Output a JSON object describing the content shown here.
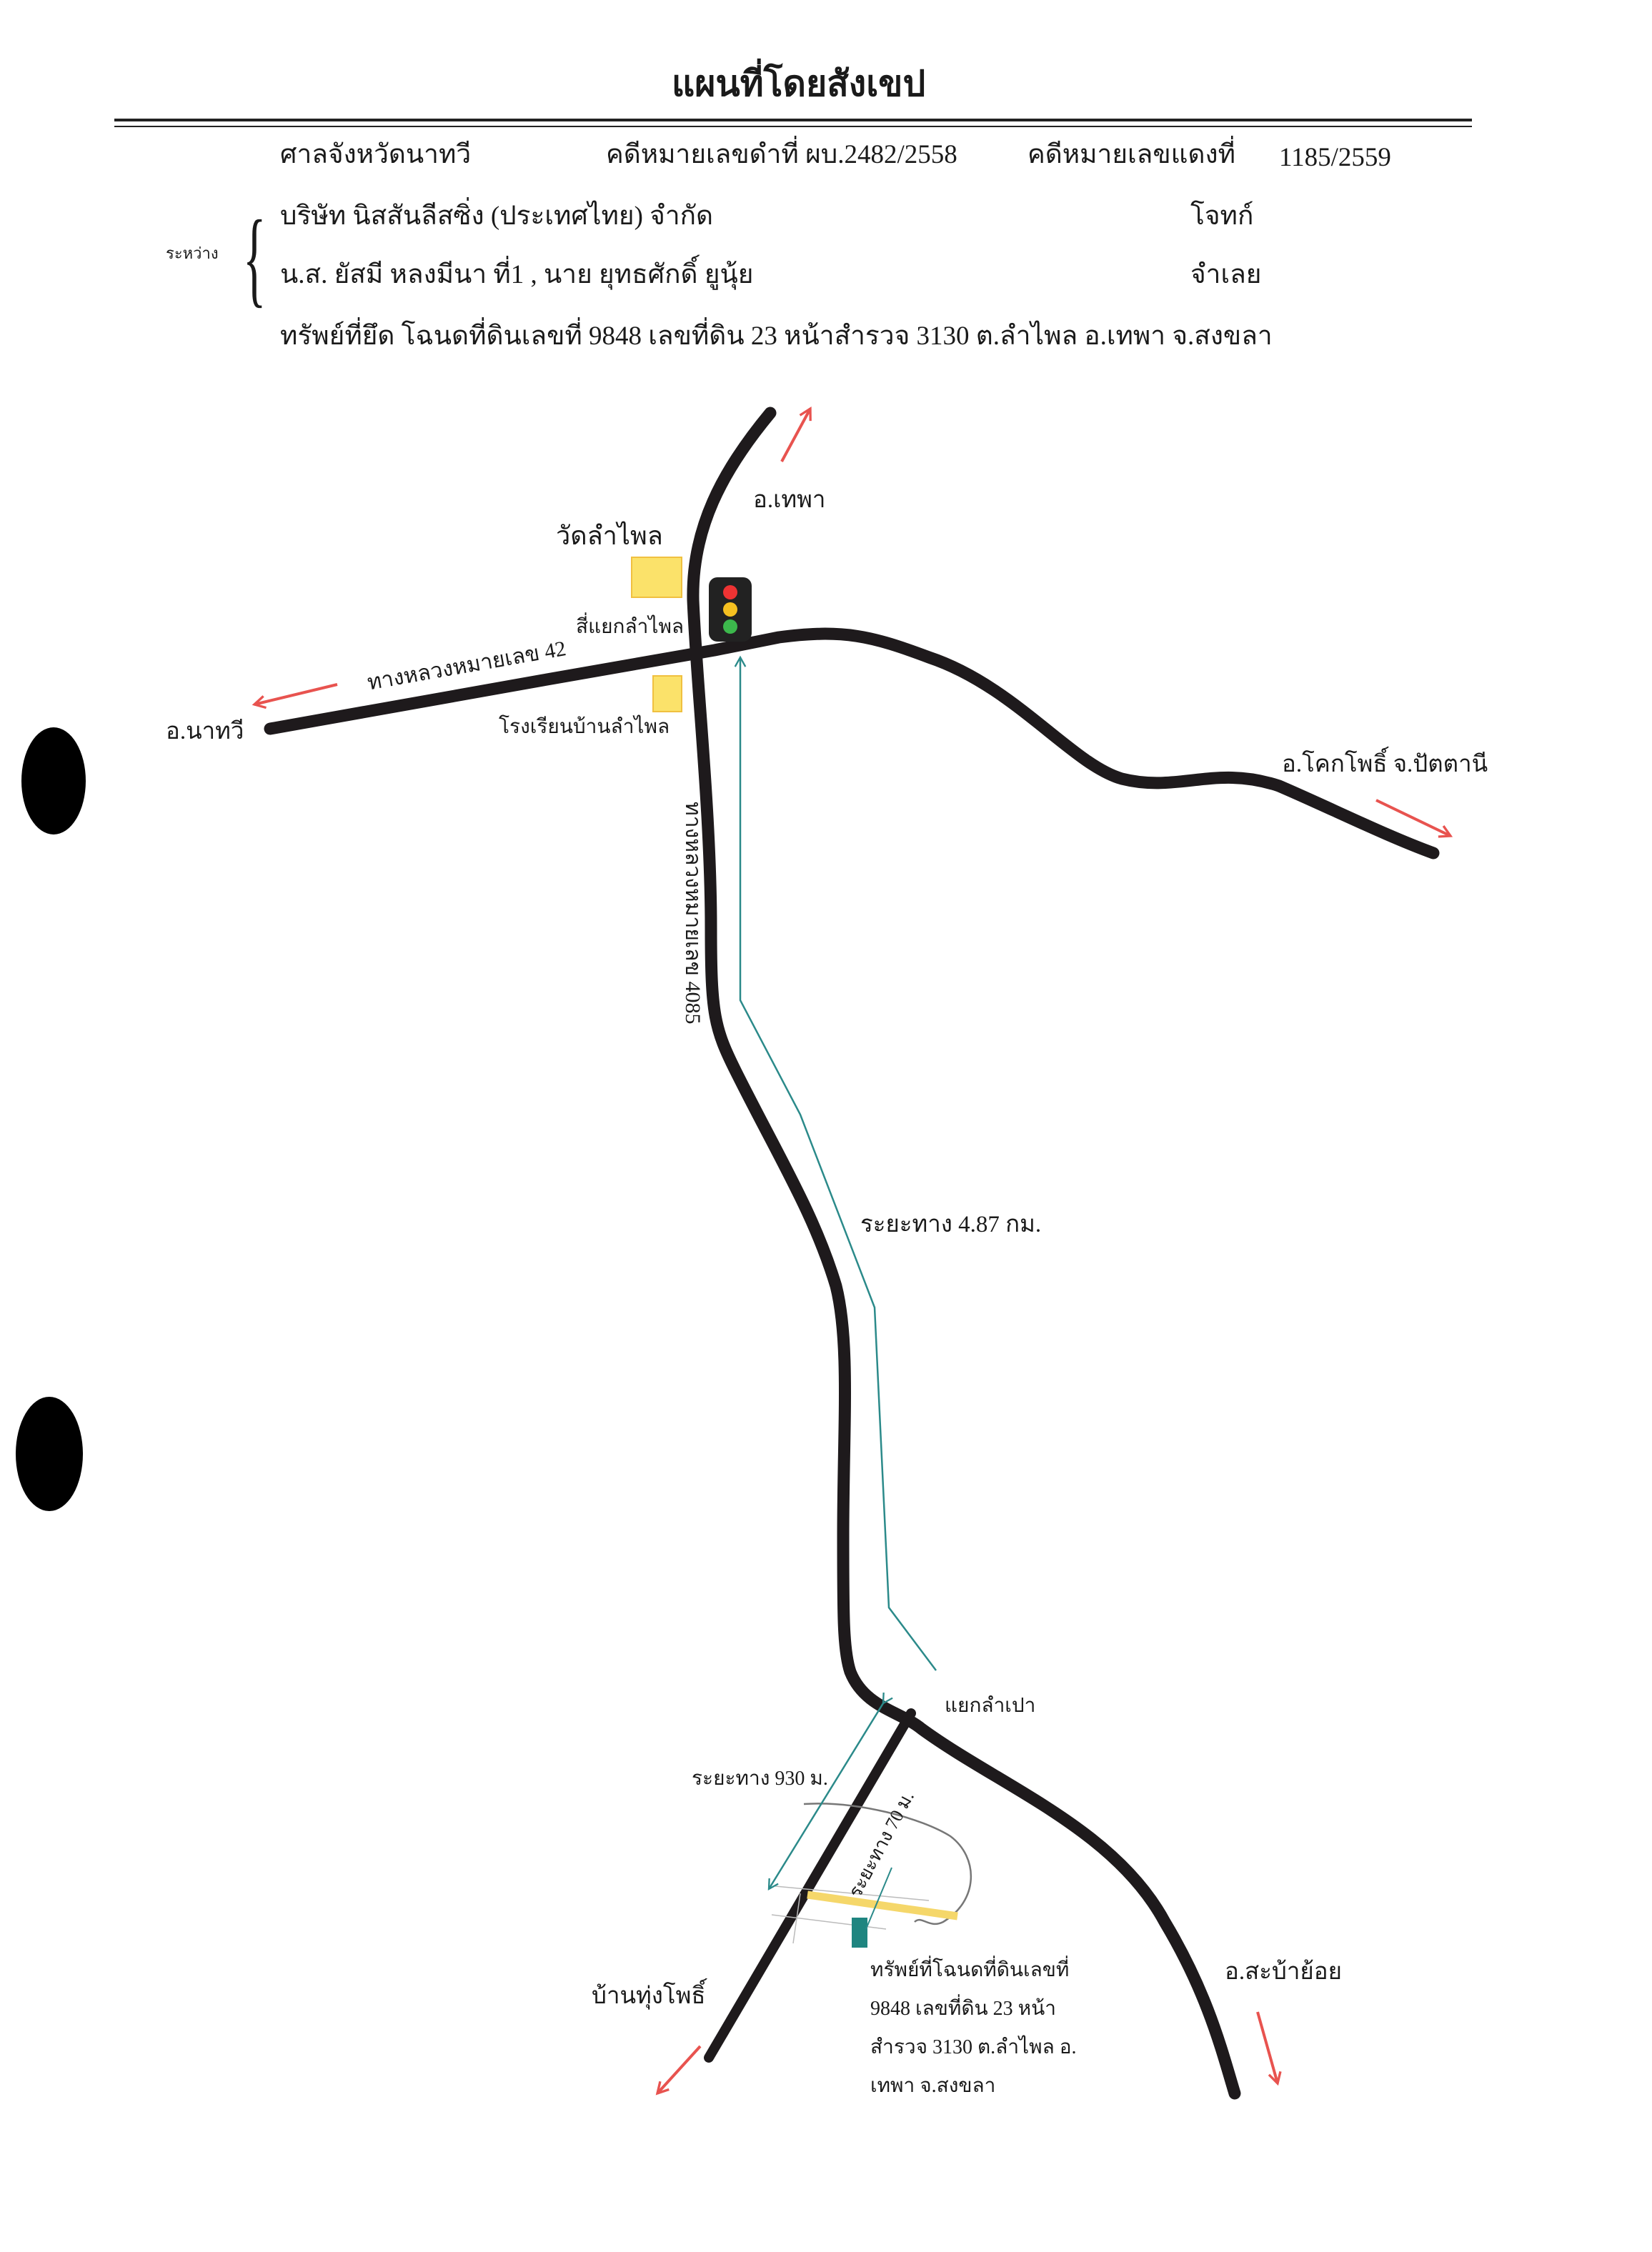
{
  "title": "แผนที่โดยสังเขป",
  "header": {
    "court": "ศาลจังหวัดนาทวี",
    "black_case": "คดีหมายเลขดำที่ ผบ.2482/2558",
    "red_case_label": "คดีหมายเลขแดงที่",
    "red_case_no": "1185/2559",
    "between_label": "ระหว่าง",
    "plaintiff_name": "บริษัท นิสสันลีสซิ่ง (ประเทศไทย) จำกัด",
    "plaintiff_role": "โจทก์",
    "defendant_name": "น.ส. ยัสมี  หลงมีนา    ที่1   , นาย ยุทธศักดิ์  ยูนุ้ย",
    "defendant_role": "จำเลย",
    "property": "ทรัพย์ที่ยึด โฉนดที่ดินเลขที่ 9848 เลขที่ดิน 23 หน้าสำรวจ 3130 ต.ลำไพล อ.เทพา จ.สงขลา"
  },
  "map": {
    "labels": {
      "to_thepha": "อ.เทพา",
      "wat": "วัดลำไพล",
      "intersection": "สี่แยกลำไพล",
      "highway_42": "ทางหลวงหมายเลข 42",
      "to_nathawi": "อ.นาทวี",
      "school": "โรงเรียนบ้านลำไพล",
      "to_khok_pho": "อ.โคกโพธิ์ จ.ปัตตานี",
      "highway_4085": "ทางหลวงหมายเลข 4085",
      "distance_main": "ระยะทาง 4.87 กม.",
      "junction": "แยกลำเปา",
      "distance_930": "ระยะทาง 930 ม.",
      "distance_70": "ระยะทาง 70 ม.",
      "to_saba_yoi": "อ.สะบ้าย้อย",
      "to_ban_thung_pho": "บ้านทุ่งโพธิ์",
      "property_line1": "ทรัพย์ที่โฉนดที่ดินเลขที่",
      "property_line2": "9848 เลขที่ดิน 23 หน้า",
      "property_line3": "สำรวจ 3130 ต.ลำไพล อ.",
      "property_line4": "เทพา จ.สงขลา"
    },
    "colors": {
      "road": "#1e1a1c",
      "direction_arrow": "#e8534f",
      "distance_line": "#2b8a8a",
      "landmark": "#fbe26a",
      "property_strip": "#f5d76a",
      "property_marker": "#1f8580"
    },
    "icons": [
      "traffic-light-icon"
    ]
  }
}
